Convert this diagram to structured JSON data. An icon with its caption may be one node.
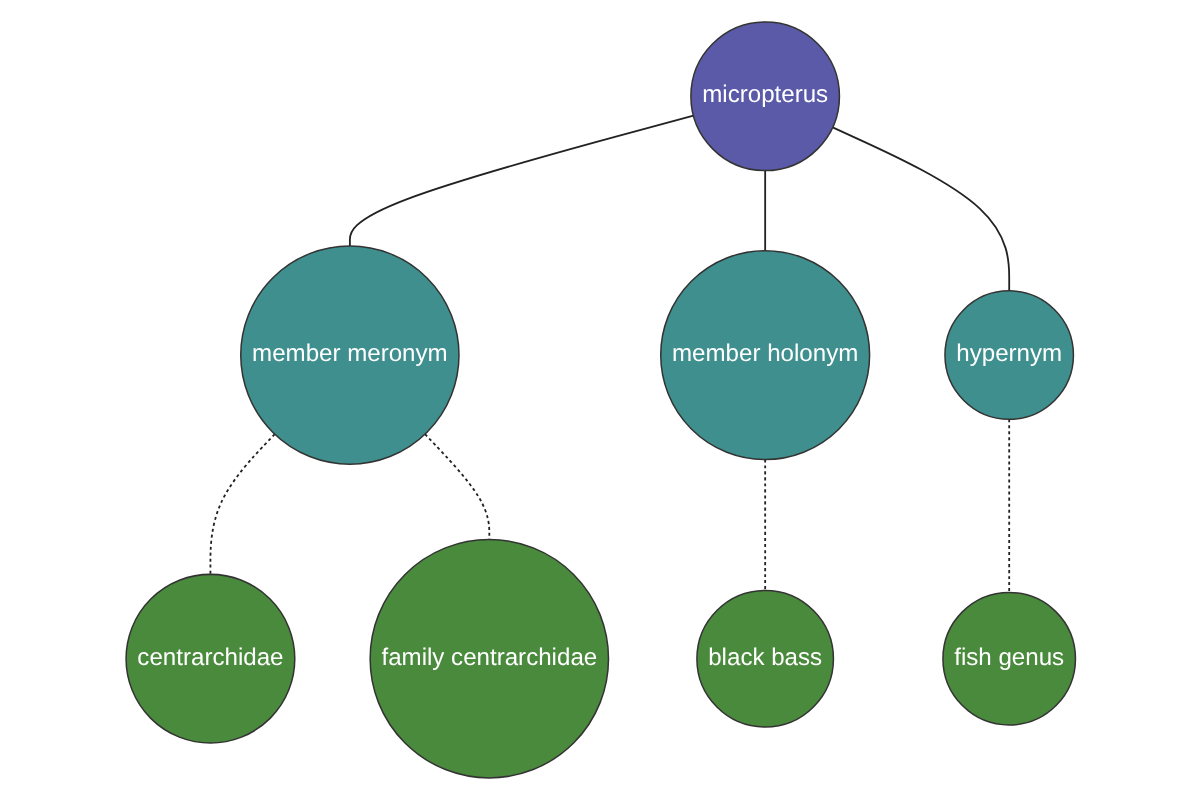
{
  "diagram": {
    "nodes": [
      {
        "text": [
          "micropterus"
        ]
      },
      {
        "text": [
          "member meronym"
        ]
      },
      {
        "text": [
          "centrarchidae"
        ]
      },
      {
        "text": [
          "family centrarchidae"
        ]
      },
      {
        "text": [
          "member holonym"
        ]
      },
      {
        "text": [
          "black bass"
        ]
      },
      {
        "text": [
          "hypernym"
        ]
      },
      {
        "text": [
          "fish genus"
        ]
      }
    ],
    "edges": [
      {
        "from": 0,
        "to": 1,
        "arrow": "none"
      },
      {
        "from": 1,
        "to": 2,
        "arrow": "none",
        "style": "dashed"
      },
      {
        "from": 1,
        "to": 3,
        "arrow": "none",
        "style": "dashed"
      },
      {
        "from": 0,
        "to": 4,
        "arrow": "none"
      },
      {
        "from": 4,
        "to": 5,
        "arrow": "none",
        "style": "dashed"
      },
      {
        "from": 0,
        "to": 6,
        "arrow": "none"
      },
      {
        "from": 6,
        "to": 7,
        "arrow": "none",
        "style": "dashed"
      }
    ]
  }
}
